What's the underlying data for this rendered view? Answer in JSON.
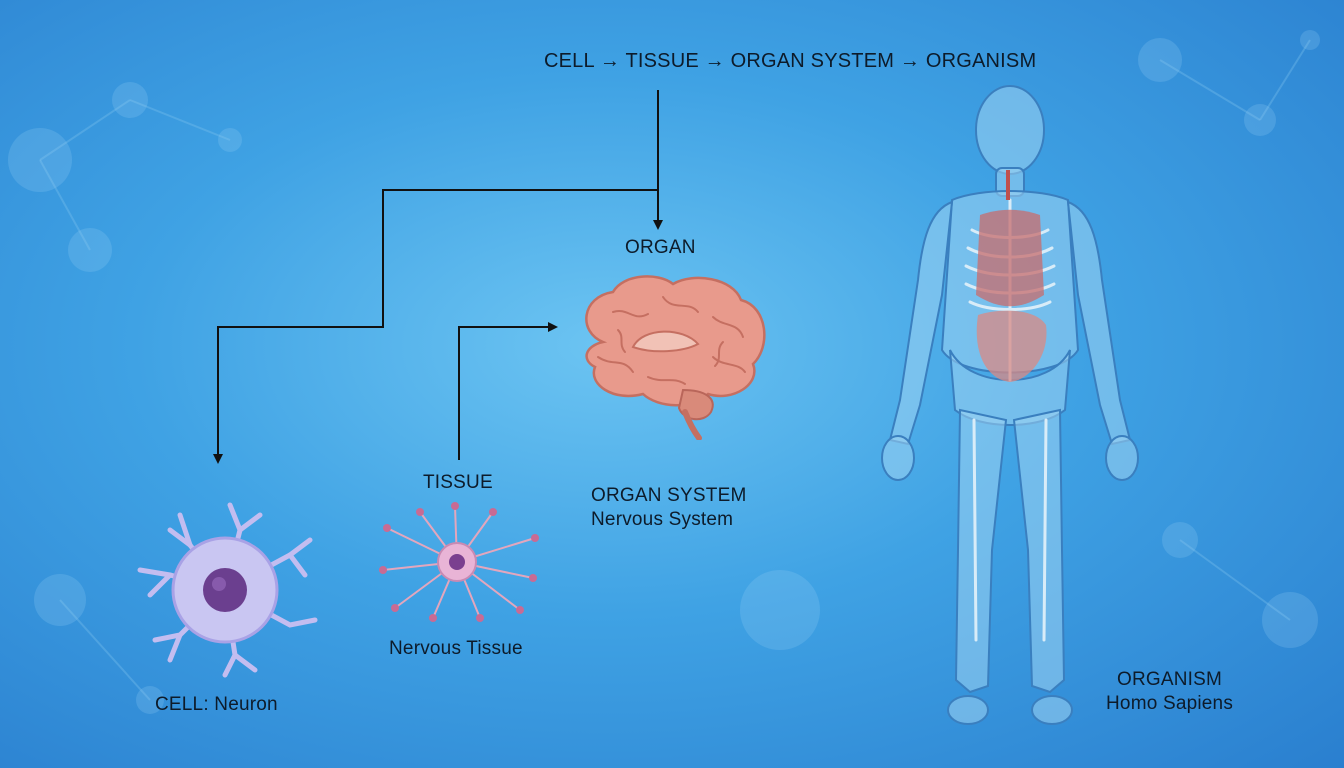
{
  "header": {
    "hierarchy": "CELL → TISSUE → ORGAN SYSTEM → ORGANISM"
  },
  "labels": {
    "organ": "ORGAN",
    "tissue": "TISSUE",
    "nervous_tissue": "Nervous Tissue",
    "cell": "CELL: Neuron",
    "organ_system_line1": "ORGAN SYSTEM",
    "organ_system_line2": "Nervous System",
    "organism_line1": "ORGANISM",
    "organism_line2": "Homo Sapiens"
  },
  "icons": [
    "neuron-cell-icon",
    "nervous-tissue-icon",
    "brain-icon",
    "human-body-icon"
  ],
  "colors": {
    "background": "#3fa2e4",
    "text": "#0d1b2a",
    "arrow": "#111111",
    "brain": "#e89a8c",
    "cell": "#c9c6f2",
    "nucleus": "#6b3f8f",
    "body": "#9fd3f2"
  }
}
